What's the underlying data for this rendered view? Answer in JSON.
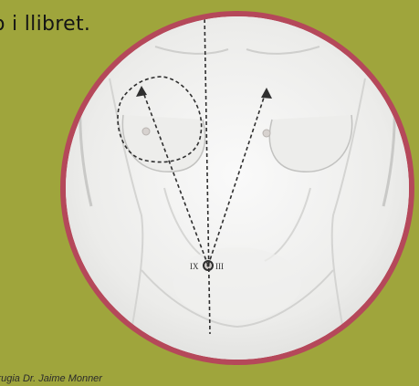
{
  "header": {
    "text": "o i llibret."
  },
  "caption": {
    "text": "irugia Dr. Jaime Monner"
  },
  "illustration": {
    "subject": "anatomical drawing of female torso with dashed marking lines",
    "marker_labels": {
      "left": "IX",
      "right": "III"
    }
  },
  "colors": {
    "background": "#9fa53c",
    "circle_border": "#b5485a",
    "circle_fill": "#f5f5f4",
    "line": "#2f2f2f"
  },
  "icons": [
    "crosshair-marker-icon",
    "arrow-head-icon"
  ]
}
